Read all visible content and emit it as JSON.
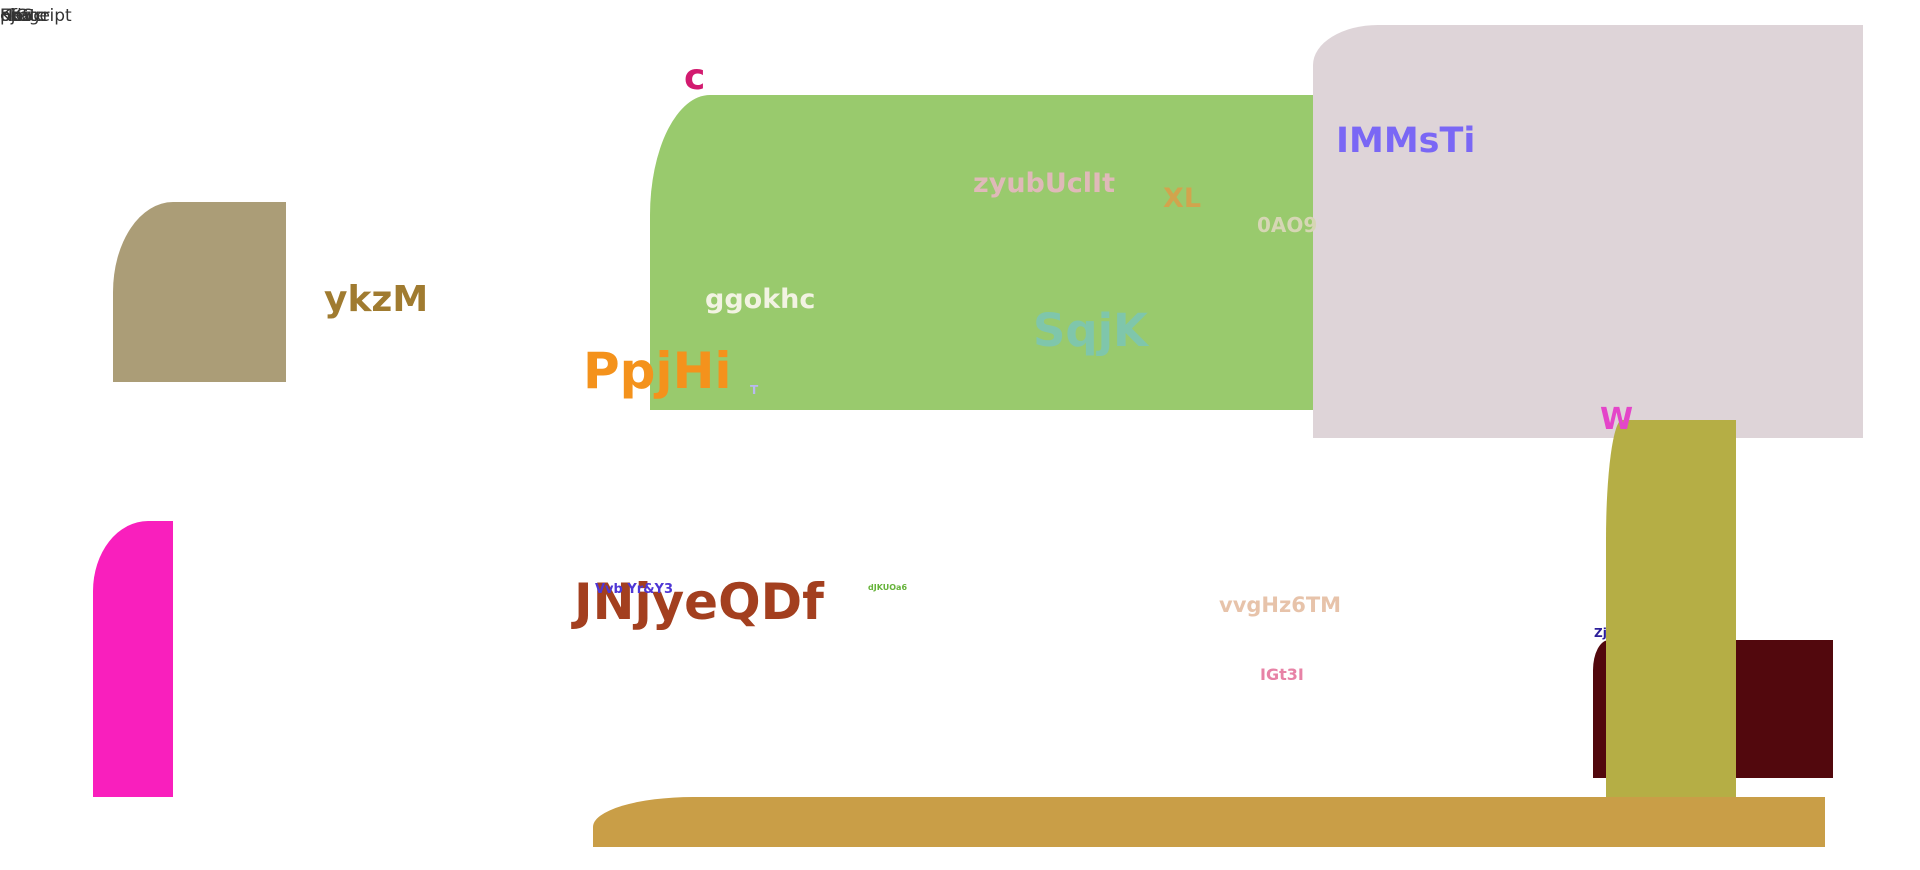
{
  "header": {
    "texts": [
      "Kfiz",
      "pjGge",
      "Fkate",
      "aScript",
      "Ho",
      "oeu"
    ]
  },
  "labels": {
    "c": "c",
    "ykzm": "ykzM",
    "zyubuclit": "zyubUclIt",
    "xl": "XL",
    "oao9": "0AO9",
    "immsti": "IMMsTi",
    "ggokhc": "ggokhc",
    "sqjk": "SqjK",
    "ppjhi": "PpjHi",
    "t": "T",
    "w": "W",
    "jnjyeqdf": "JNjyeQDf",
    "vvq": "Vvb Yr&Y3",
    "djkuoa": "dJKUOa6",
    "vvghz6tm": "vvgHz6TM",
    "igt3i": "IGt3I",
    "zj": "Zj"
  },
  "colors": {
    "tan": "#ab9d77",
    "pink": "#f91fbd",
    "green": "#99ca6d",
    "mauve": "#ded4d8",
    "maroon": "#52080d",
    "olive": "#b5ae45",
    "gold": "#c99e47"
  }
}
